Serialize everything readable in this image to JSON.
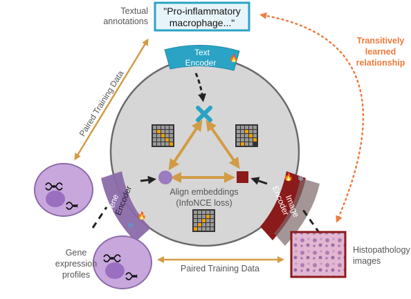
{
  "labels": {
    "textual_annotations_line1": "Textual",
    "textual_annotations_line2": "annotations",
    "text_quote_line1": "\"Pro-inflammatory",
    "text_quote_line2": "macrophage...\"",
    "text_encoder_line1": "Text",
    "text_encoder_line2": "Encoder",
    "transitive_line1": "Transitively",
    "transitive_line2": "learned",
    "transitive_line3": "relationship",
    "paired_training_data_diag": "Paired Training Data",
    "paired_training_data_bottom": "Paired Training Data",
    "align_line1": "Align embeddings",
    "align_line2": "(InfoNCE loss)",
    "gene_encoder_line1": "Gene",
    "gene_encoder_line2": "Encoder",
    "image_encoder_line1": "Image",
    "image_encoder_line2": "Encoder",
    "gene_expr_line1": "Gene",
    "gene_expr_line2": "expression",
    "gene_expr_line3": "profiles",
    "histo_line1": "Histopathology",
    "histo_line2": "images"
  },
  "icons": {
    "fire": "🔥",
    "snowflake": "❄"
  },
  "colors": {
    "text_blue": "#2aa3c4",
    "gene_purple": "#8a6aa8",
    "image_red": "#8b1a1a",
    "arrow_gold": "#d39b45",
    "transitive_orange": "#f07a3c",
    "circle_grey": "#d6d6d6"
  }
}
